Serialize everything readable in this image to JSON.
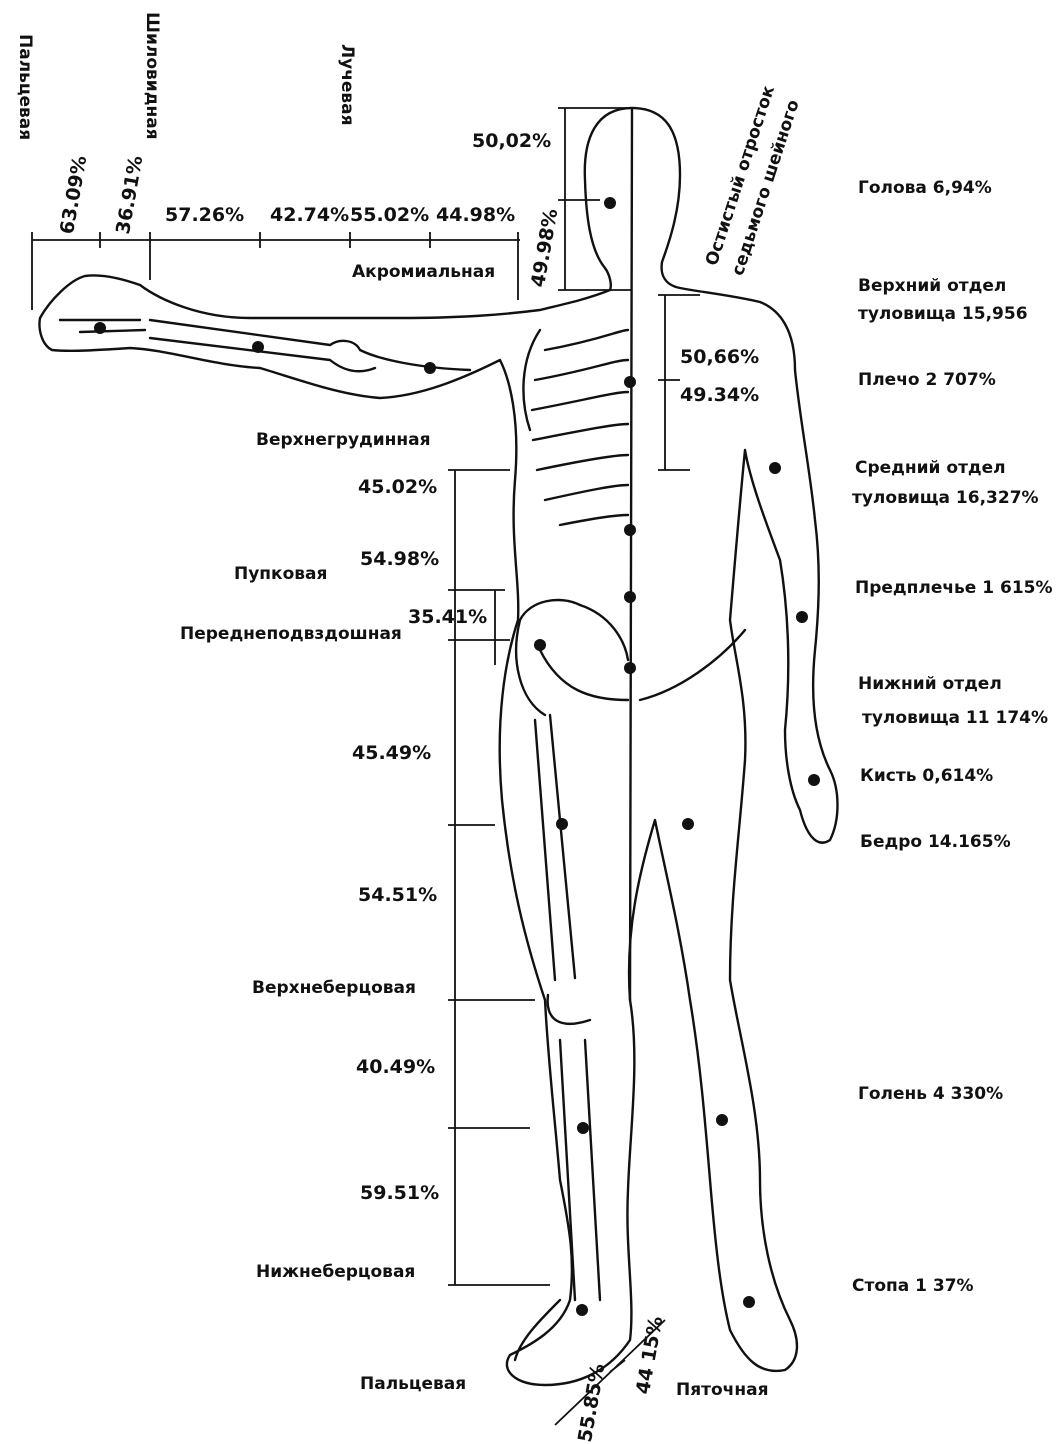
{
  "segments": [
    {
      "name": "Голова 6,94%"
    },
    {
      "name": "Верхний отдел",
      "name2": "туловища 15,956"
    },
    {
      "name": "Плечо 2 707%"
    },
    {
      "name": "Средний отдел",
      "name2": "туловища 16,327%"
    },
    {
      "name": "Предплечье 1 615%"
    },
    {
      "name": "Нижний отдел",
      "name2": "туловища 11 174%"
    },
    {
      "name": "Кисть 0,614%"
    },
    {
      "name": "Бедро 14.165%"
    },
    {
      "name": "Голень 4 330%"
    },
    {
      "name": "Стопа 1 37%"
    }
  ],
  "landmarks": {
    "finger_top": "Пальцевая",
    "styloid": "Шиловидная",
    "radial": "Лучевая",
    "acromial": "Акромиальная",
    "cervical_1": "Остистый отросток",
    "cervical_2": "седьмого шейного",
    "suprasternal": "Верхнегрудинная",
    "umbilical": "Пупковая",
    "iliac": "Переднеподвздошная",
    "tibial_upper": "Верхнеберцовая",
    "tibial_lower": "Нижнеберцовая",
    "finger_bottom": "Пальцевая",
    "heel": "Пяточная"
  },
  "percents": {
    "hand_fingers": "63.09%",
    "hand_styloid": "36.91%",
    "forearm_a": "57.26%",
    "forearm_b": "42.74%",
    "upperarm_a": "55.02%",
    "upperarm_b": "44.98%",
    "head_top": "50,02%",
    "head_bottom": "49.98%",
    "trunk_upper_a": "50,66%",
    "trunk_upper_b": "49.34%",
    "trunk_mid_a": "45.02%",
    "trunk_mid_b": "54.98%",
    "trunk_low_a": "35.41%",
    "thigh_a": "45.49%",
    "thigh_b": "54.51%",
    "shank_a": "40.49%",
    "shank_b": "59.51%",
    "foot_a": "55.85%",
    "foot_b": "44 15%"
  },
  "colors": {
    "ink": "#111111",
    "paper": "#ffffff"
  }
}
